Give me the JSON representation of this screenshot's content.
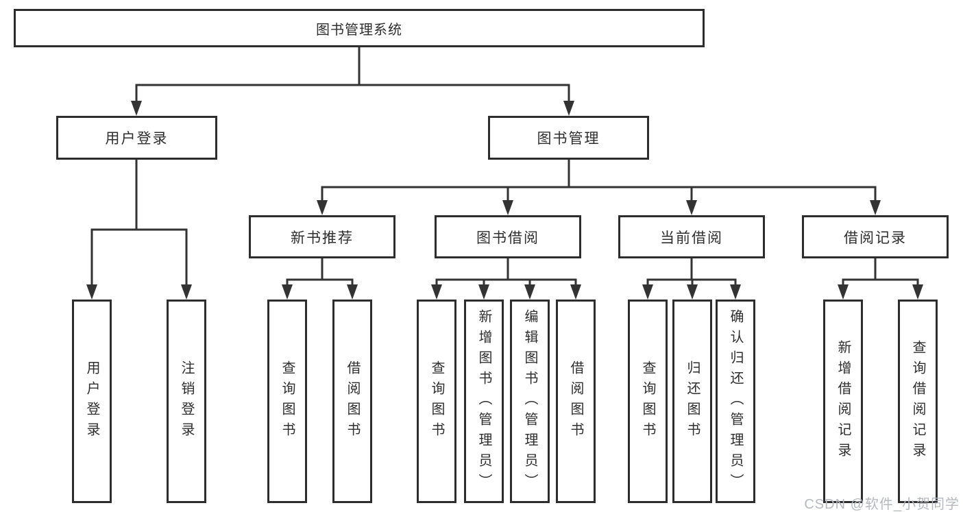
{
  "diagram": {
    "title": "图书管理系统",
    "root": {
      "label": "图书管理系统"
    },
    "level2": [
      {
        "label": "用户登录"
      },
      {
        "label": "图书管理"
      }
    ],
    "level3": [
      {
        "label": "新书推荐"
      },
      {
        "label": "图书借阅"
      },
      {
        "label": "当前借阅"
      },
      {
        "label": "借阅记录"
      }
    ],
    "leaves": {
      "user_login": [
        {
          "label": "用户登录"
        },
        {
          "label": "注销登录"
        }
      ],
      "new_book": [
        {
          "label": "查询图书"
        },
        {
          "label": "借阅图书"
        }
      ],
      "book_borrow": [
        {
          "label": "查询图书"
        },
        {
          "label": "新增图书（管理员）"
        },
        {
          "label": "编辑图书（管理员）"
        },
        {
          "label": "借阅图书"
        }
      ],
      "current_borrow": [
        {
          "label": "查询图书"
        },
        {
          "label": "归还图书"
        },
        {
          "label": "确认归还（管理员）"
        }
      ],
      "borrow_record": [
        {
          "label": "新增借阅记录"
        },
        {
          "label": "查询借阅记录"
        }
      ]
    }
  },
  "watermark": {
    "text": "CSDN @软件_小贺同学"
  },
  "colors": {
    "line": "#333333",
    "box_border": "#2d2d2d",
    "text": "#2e2e2e",
    "watermark": "#b4b8bf",
    "background": "#ffffff"
  }
}
